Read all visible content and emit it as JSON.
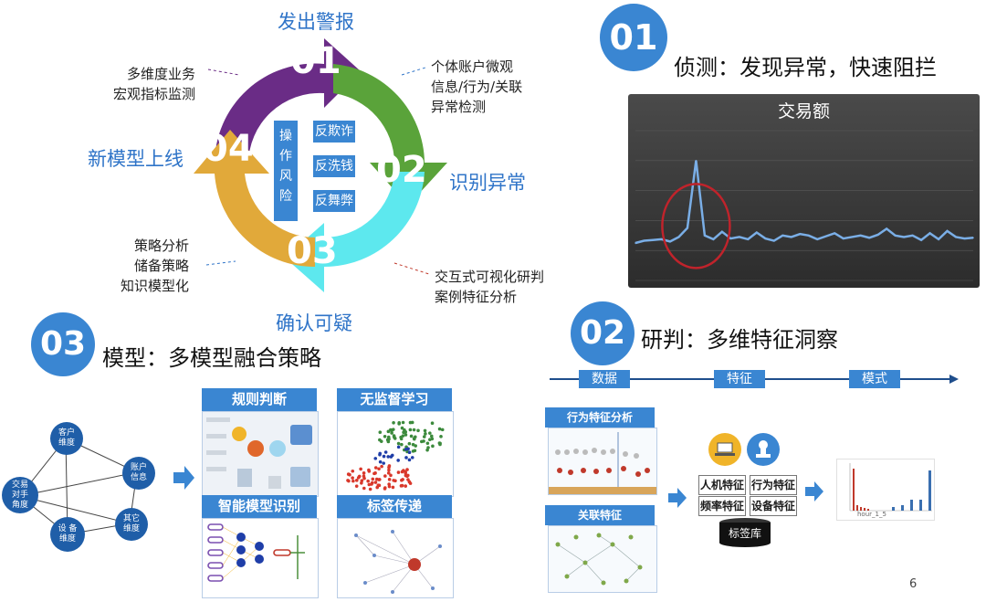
{
  "cycle": {
    "stage1_label": "发出警报",
    "stage2_label": "识别异常",
    "stage3_label": "确认可疑",
    "stage4_label": "新模型上线",
    "num1": "01",
    "num2": "02",
    "num3": "03",
    "num4": "04",
    "note1": [
      "多维度业务",
      "宏观指标监测"
    ],
    "note2": [
      "个体账户微观",
      "信息/行为/关联",
      "异常检测"
    ],
    "note3": [
      "交互式可视化研判",
      "案例特征分析"
    ],
    "note4": [
      "策略分析",
      "储备策略",
      "知识模型化"
    ],
    "center_label": [
      "操",
      "作",
      "风",
      "险"
    ],
    "center_items": [
      "反欺诈",
      "反洗钱",
      "反舞弊"
    ]
  },
  "section01": {
    "number": "01",
    "title": "侦测：发现异常，快速阻拦",
    "chart_title": "交易额"
  },
  "section02": {
    "number": "02",
    "title": "研判：多维特征洞察",
    "pipeline": [
      "数据",
      "特征",
      "模式"
    ],
    "panel1_title": "行为特征分析",
    "panel2_title": "关联特征",
    "features": [
      "人机特征",
      "行为特征",
      "频率特征",
      "设备特征"
    ],
    "db_label": "标签库",
    "hist_xlabel": "hour_1_5"
  },
  "section03": {
    "number": "03",
    "title": "模型：多模型融合策略",
    "nodes": [
      "客户\n维度",
      "账户\n信息",
      "交易\n对手\n角度",
      "设 备\n维度",
      "其它\n维度"
    ],
    "panels": [
      "规则判断",
      "无监督学习",
      "智能模型识别",
      "标签传递"
    ]
  },
  "page_number": "6",
  "colors": {
    "purple": "#6a2c86",
    "green": "#5aa33a",
    "cyan": "#5de8ee",
    "gold": "#e1a93a",
    "accent": "#3a86d2"
  },
  "chart_data": {
    "type": "line",
    "title": "交易额",
    "xlabel": "",
    "ylabel": "",
    "x": [
      1,
      2,
      3,
      4,
      5,
      6,
      7,
      8,
      9,
      10,
      11,
      12,
      13,
      14,
      15,
      16,
      17,
      18,
      19,
      20,
      21,
      22,
      23,
      24,
      25,
      26,
      27,
      28,
      29,
      30,
      31,
      32,
      33,
      34,
      35,
      36,
      37,
      38,
      39,
      40
    ],
    "values": [
      5,
      5.3,
      5.4,
      5.5,
      5.2,
      5.8,
      7,
      16,
      6,
      5.5,
      6.5,
      5.6,
      5.8,
      5.5,
      6.4,
      5.6,
      5.3,
      6,
      5.8,
      6.2,
      6,
      5.5,
      5.9,
      6.3,
      5.6,
      5.8,
      6,
      5.7,
      6.1,
      6.9,
      6,
      5.8,
      6,
      5.4,
      6.3,
      5.5,
      6.6,
      5.8,
      5.6,
      5.7
    ],
    "ylim": [
      0,
      20
    ],
    "grid": true
  }
}
